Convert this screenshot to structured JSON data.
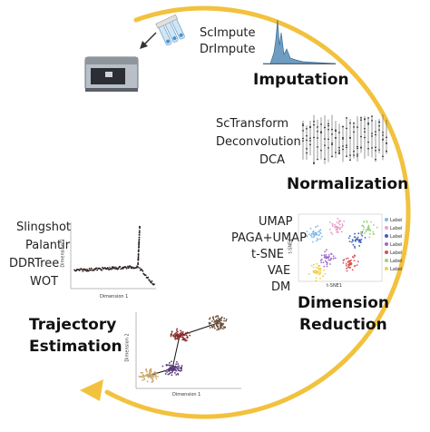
{
  "pipeline": {
    "arrow_color": "#f2c23e",
    "steps": [
      {
        "name": "Imputation",
        "tools": [
          "ScImpute",
          "DrImpute"
        ]
      },
      {
        "name": "Normalization",
        "tools": [
          "ScTransform",
          "Deconvolution",
          "DCA"
        ]
      },
      {
        "name_lines": [
          "Dimension",
          "Reduction"
        ],
        "tools": [
          "UMAP",
          "PAGA+UMAP",
          "t-SNE",
          "VAE",
          "DM"
        ]
      },
      {
        "name_lines": [
          "Trajectory",
          "Estimation"
        ],
        "tools": [
          "Slingshot",
          "Palantir",
          "DDRTree",
          "WOT"
        ]
      }
    ]
  },
  "dimred_plot": {
    "legend": [
      "Label",
      "Label",
      "Label",
      "Label",
      "Label",
      "Label",
      "Label"
    ],
    "legend_colors": [
      "#7eb8e6",
      "#e8a0c8",
      "#3f5fbf",
      "#9b6ad1",
      "#d94e4e",
      "#9bd47a",
      "#f0d04a"
    ],
    "xlabel": "t-SNE1",
    "ylabel": "t-SNE2"
  },
  "trajectory_plot_1": {
    "xlabel": "Dimension 1",
    "ylabel": "Dimension 2"
  },
  "trajectory_plot_2": {
    "xlabel": "Dimension 1",
    "ylabel": "Dimension 2"
  },
  "icons": {
    "instrument": "sequencer-machine-icon",
    "tubes": "sample-tubes-icon"
  }
}
